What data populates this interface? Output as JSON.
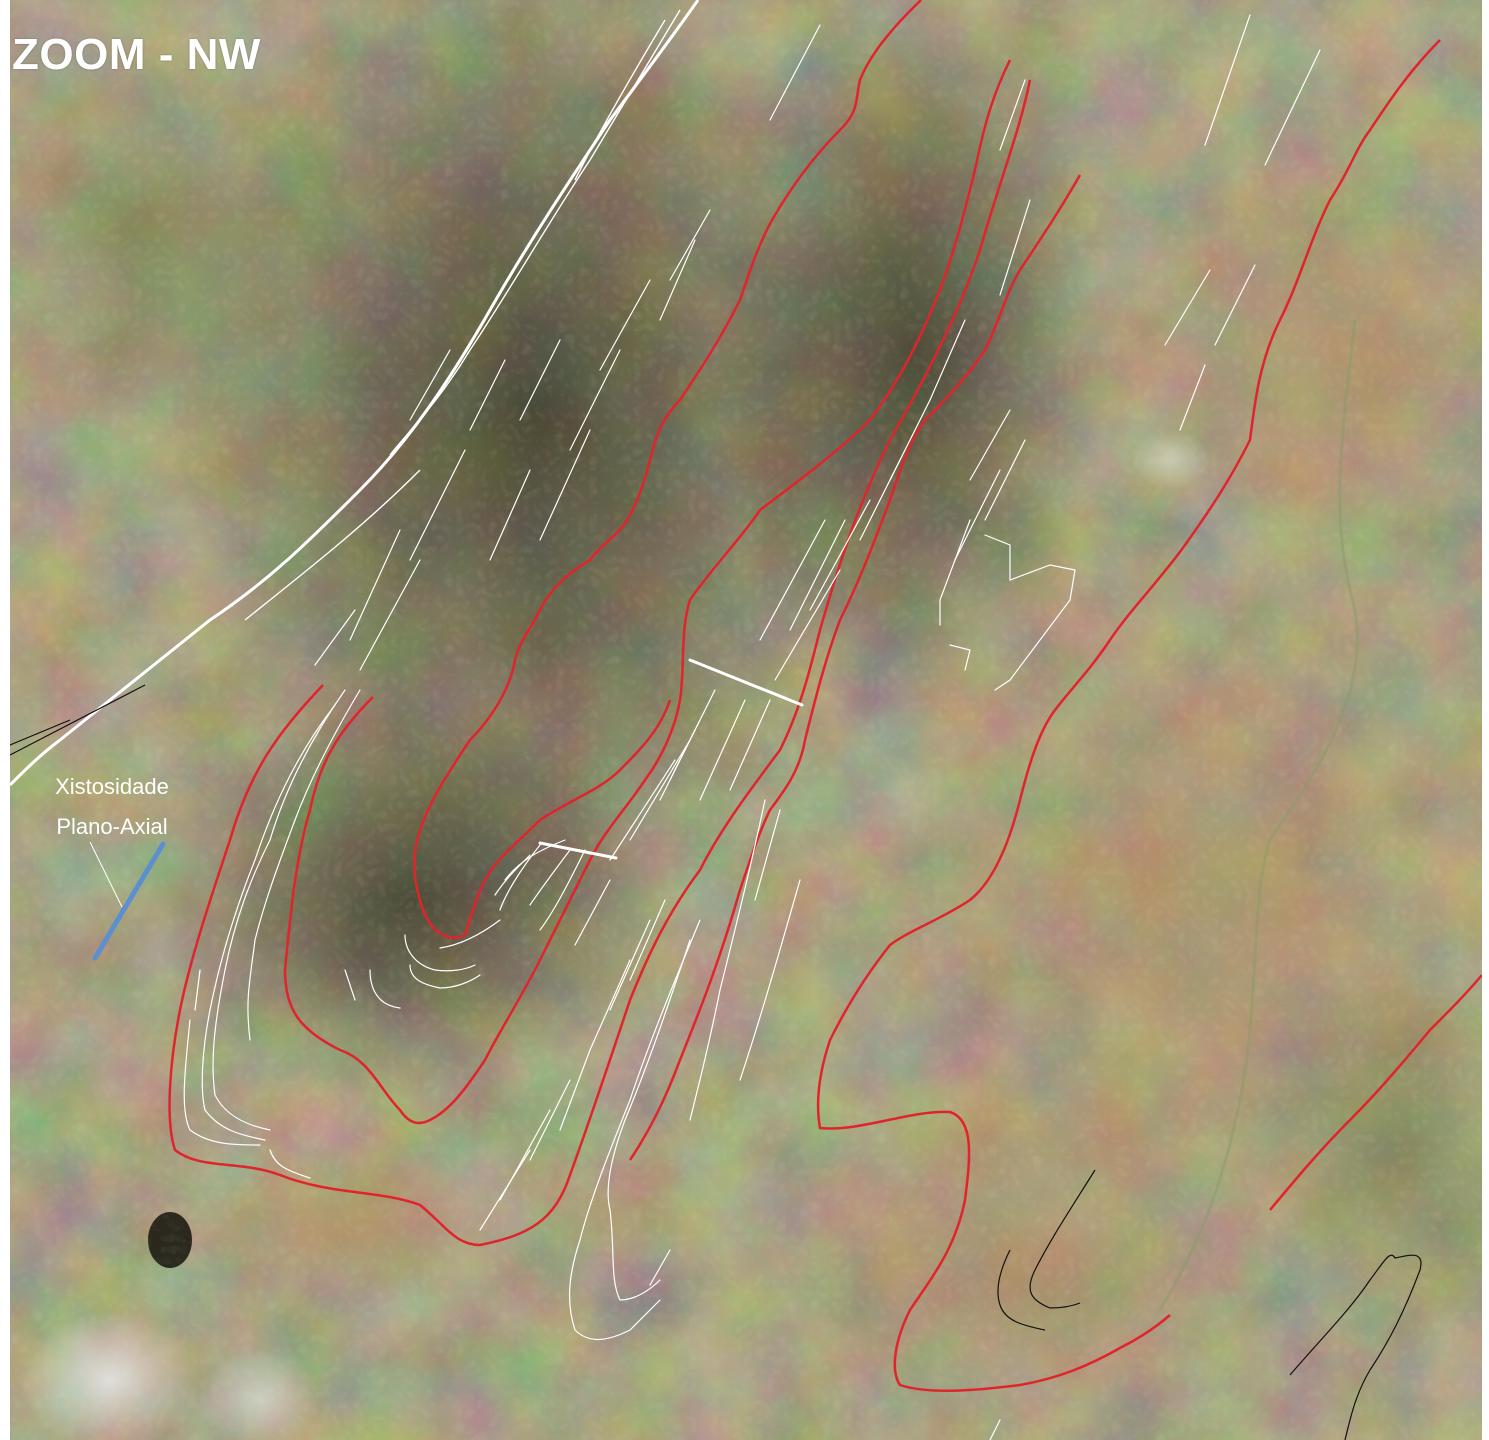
{
  "map": {
    "title": "ZOOM - NW",
    "legend": {
      "line1": "Xistosidade",
      "line2": "Plano-Axial",
      "symbol_color": "#5b8fd0"
    },
    "colors": {
      "contact": "#e0242b",
      "foliation": "#ffffff",
      "secondary_trace": "#111111",
      "terrain_dark": "#4a4a30",
      "terrain_green": "#5c6a3c",
      "terrain_tan": "#9c7a52"
    }
  }
}
